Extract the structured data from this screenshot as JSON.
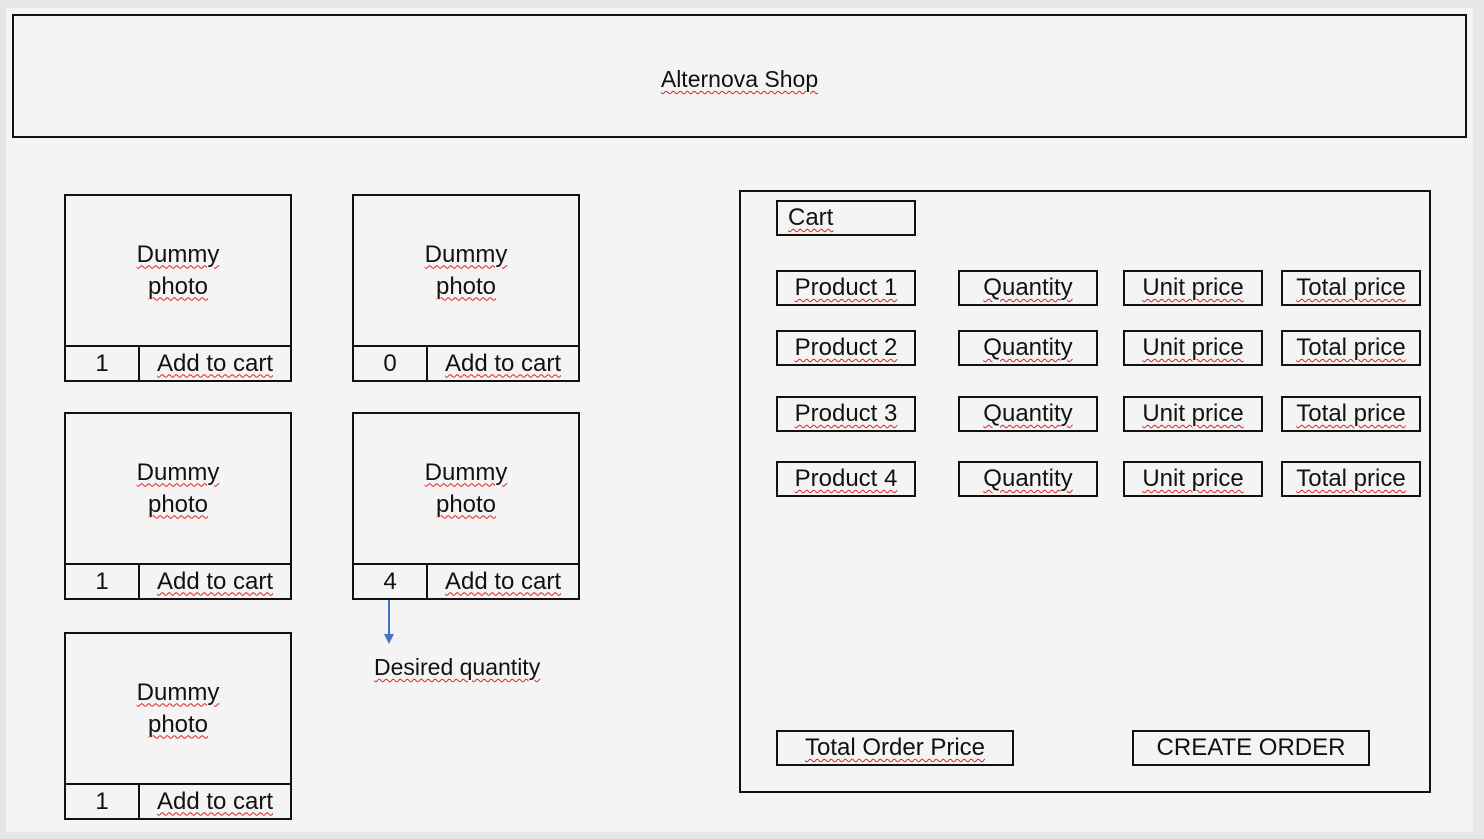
{
  "header": {
    "title": "Alternova Shop"
  },
  "products": [
    {
      "photo_line1": "Dummy",
      "photo_line2": "photo",
      "qty": "1",
      "add_label": "Add to cart"
    },
    {
      "photo_line1": "Dummy",
      "photo_line2": "photo",
      "qty": "0",
      "add_label": "Add to cart"
    },
    {
      "photo_line1": "Dummy",
      "photo_line2": "photo",
      "qty": "1",
      "add_label": "Add to cart"
    },
    {
      "photo_line1": "Dummy",
      "photo_line2": "photo",
      "qty": "4",
      "add_label": "Add to cart"
    },
    {
      "photo_line1": "Dummy",
      "photo_line2": "photo",
      "qty": "1",
      "add_label": "Add to cart"
    }
  ],
  "annotation": {
    "text": "Desired quantity",
    "color": "#4472c4"
  },
  "cart": {
    "title": "Cart",
    "rows": [
      {
        "product": "Product 1",
        "quantity": "Quantity",
        "unit_price": "Unit price",
        "total_price": "Total price"
      },
      {
        "product": "Product 2",
        "quantity": "Quantity",
        "unit_price": "Unit price",
        "total_price": "Total price"
      },
      {
        "product": "Product 3",
        "quantity": "Quantity",
        "unit_price": "Unit price",
        "total_price": "Total price"
      },
      {
        "product": "Product 4",
        "quantity": "Quantity",
        "unit_price": "Unit price",
        "total_price": "Total price"
      }
    ],
    "total_order_label": "Total Order Price",
    "create_order_label": "CREATE ORDER"
  }
}
